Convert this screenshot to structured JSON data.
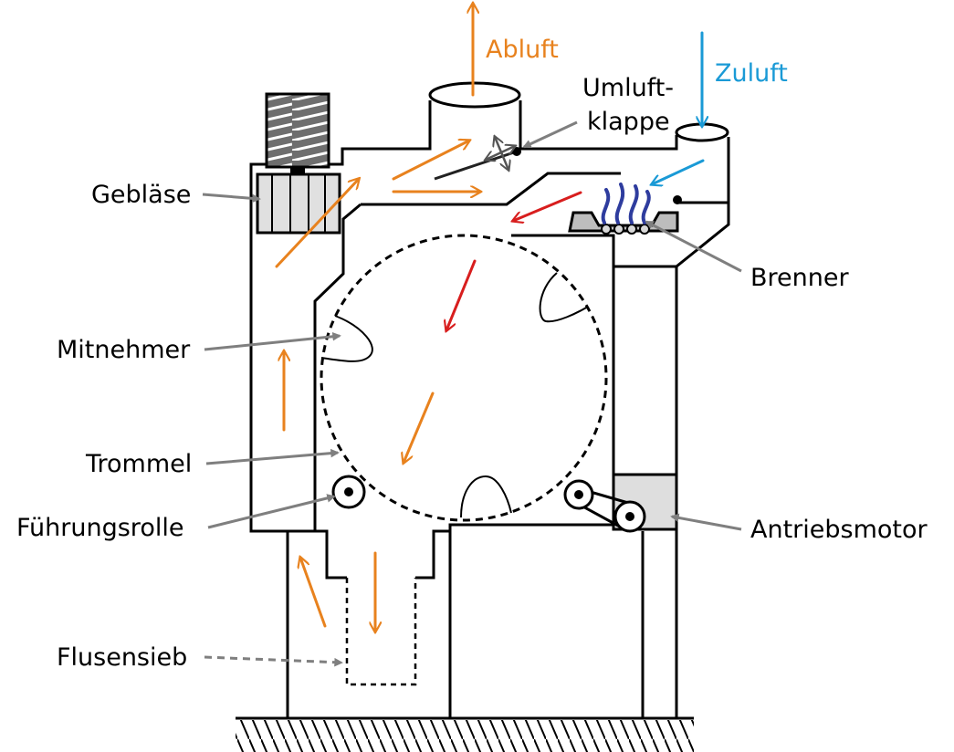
{
  "labels": {
    "abluft": "Abluft",
    "zuluft": "Zuluft",
    "umluft_line1": "Umluft-",
    "umluft_line2": "klappe",
    "geblaese": "Gebläse",
    "brenner": "Brenner",
    "mitnehmer": "Mitnehmer",
    "trommel": "Trommel",
    "fuehrungsrolle": "Führungsrolle",
    "antriebsmotor": "Antriebsmotor",
    "flusensieb": "Flusensieb"
  },
  "colors": {
    "outline": "#000000",
    "airflow": "#E8821E",
    "hot_air": "#D81E1E",
    "fresh_air": "#1A9AD6",
    "pointer": "#7F7F7F",
    "flame": "#2E3C9E",
    "component_fill": "#D9D9D9",
    "blower_cap_fill": "#6E6E6E"
  }
}
